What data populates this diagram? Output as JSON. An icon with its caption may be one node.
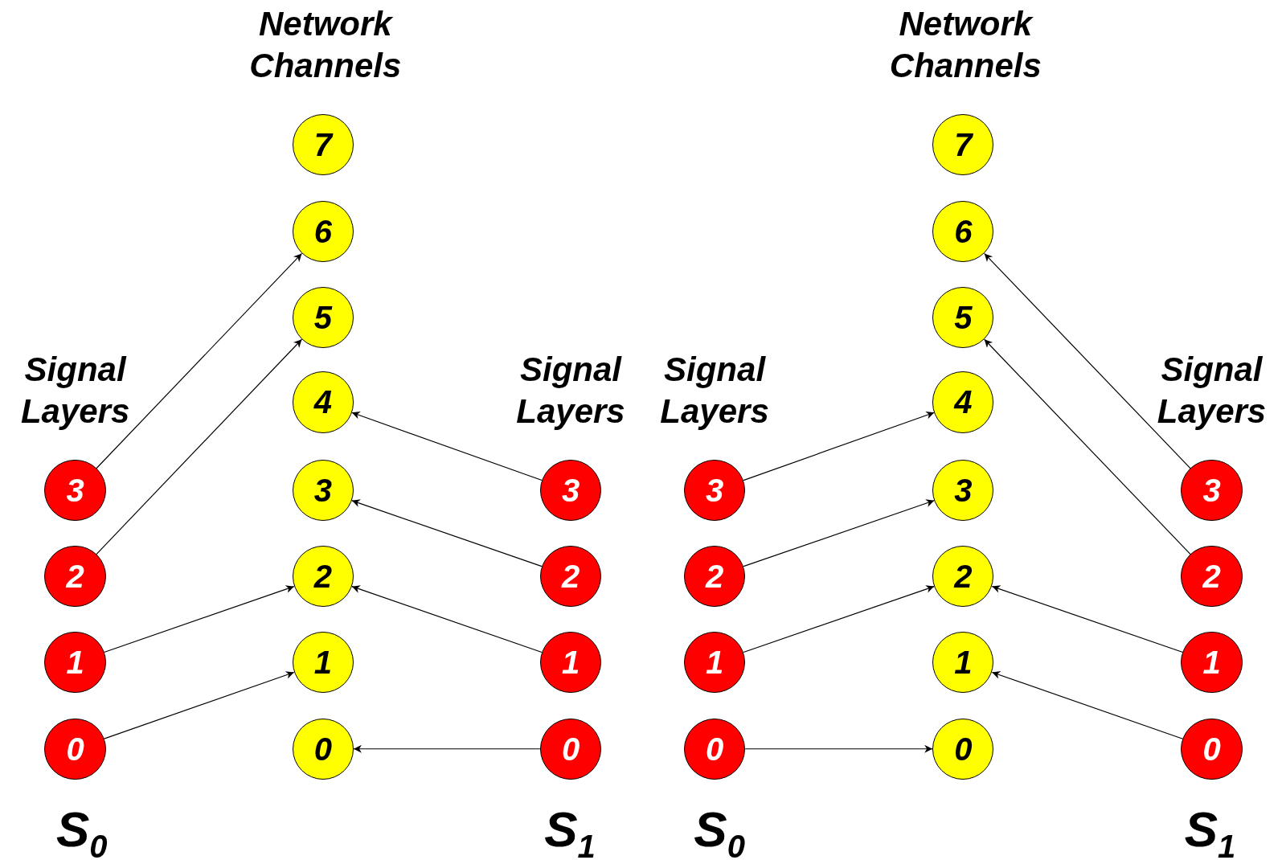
{
  "diagram": {
    "nodes": [
      {
        "text": [
          "0"
        ]
      },
      {
        "text": [
          "1"
        ]
      },
      {
        "text": [
          "2"
        ]
      },
      {
        "text": [
          "3"
        ]
      },
      {
        "text": [
          "0"
        ]
      },
      {
        "text": [
          "1"
        ]
      },
      {
        "text": [
          "2"
        ]
      },
      {
        "text": [
          "3"
        ]
      },
      {
        "text": [
          "4"
        ]
      },
      {
        "text": [
          "5"
        ]
      },
      {
        "text": [
          "6"
        ]
      },
      {
        "text": [
          "7"
        ]
      },
      {
        "text": [
          "0"
        ]
      },
      {
        "text": [
          "1"
        ]
      },
      {
        "text": [
          "2"
        ]
      },
      {
        "text": [
          "3"
        ]
      },
      {
        "text": [
          "0"
        ]
      },
      {
        "text": [
          "1"
        ]
      },
      {
        "text": [
          "2"
        ]
      },
      {
        "text": [
          "3"
        ]
      },
      {
        "text": [
          "0"
        ]
      },
      {
        "text": [
          "1"
        ]
      },
      {
        "text": [
          "2"
        ]
      },
      {
        "text": [
          "3"
        ]
      },
      {
        "text": [
          "4"
        ]
      },
      {
        "text": [
          "5"
        ]
      },
      {
        "text": [
          "6"
        ]
      },
      {
        "text": [
          "7"
        ]
      },
      {
        "text": [
          "0"
        ]
      },
      {
        "text": [
          "1"
        ]
      },
      {
        "text": [
          "2"
        ]
      },
      {
        "text": [
          "3"
        ]
      }
    ],
    "edges": [
      {
        "from": 0,
        "to": 5,
        "arrow": "to"
      },
      {
        "from": 1,
        "to": 6,
        "arrow": "to"
      },
      {
        "from": 2,
        "to": 9,
        "arrow": "to"
      },
      {
        "from": 3,
        "to": 10,
        "arrow": "to"
      },
      {
        "from": 12,
        "to": 4,
        "arrow": "to"
      },
      {
        "from": 13,
        "to": 6,
        "arrow": "to"
      },
      {
        "from": 14,
        "to": 7,
        "arrow": "to"
      },
      {
        "from": 15,
        "to": 8,
        "arrow": "to"
      },
      {
        "from": 16,
        "to": 20,
        "arrow": "to"
      },
      {
        "from": 17,
        "to": 22,
        "arrow": "to"
      },
      {
        "from": 18,
        "to": 23,
        "arrow": "to"
      },
      {
        "from": 19,
        "to": 24,
        "arrow": "to"
      },
      {
        "from": 28,
        "to": 21,
        "arrow": "to"
      },
      {
        "from": 29,
        "to": 22,
        "arrow": "to"
      },
      {
        "from": 30,
        "to": 25,
        "arrow": "to"
      },
      {
        "from": 31,
        "to": 26,
        "arrow": "to"
      }
    ],
    "labels": [
      "Network Channels",
      "Network Channels",
      "Signal Layers",
      "Signal Layers",
      "Signal Layers",
      "Signal Layers",
      "S$_{0}$",
      "S$_{1}$",
      "S$_{0}$",
      "S$_{1}$"
    ]
  }
}
